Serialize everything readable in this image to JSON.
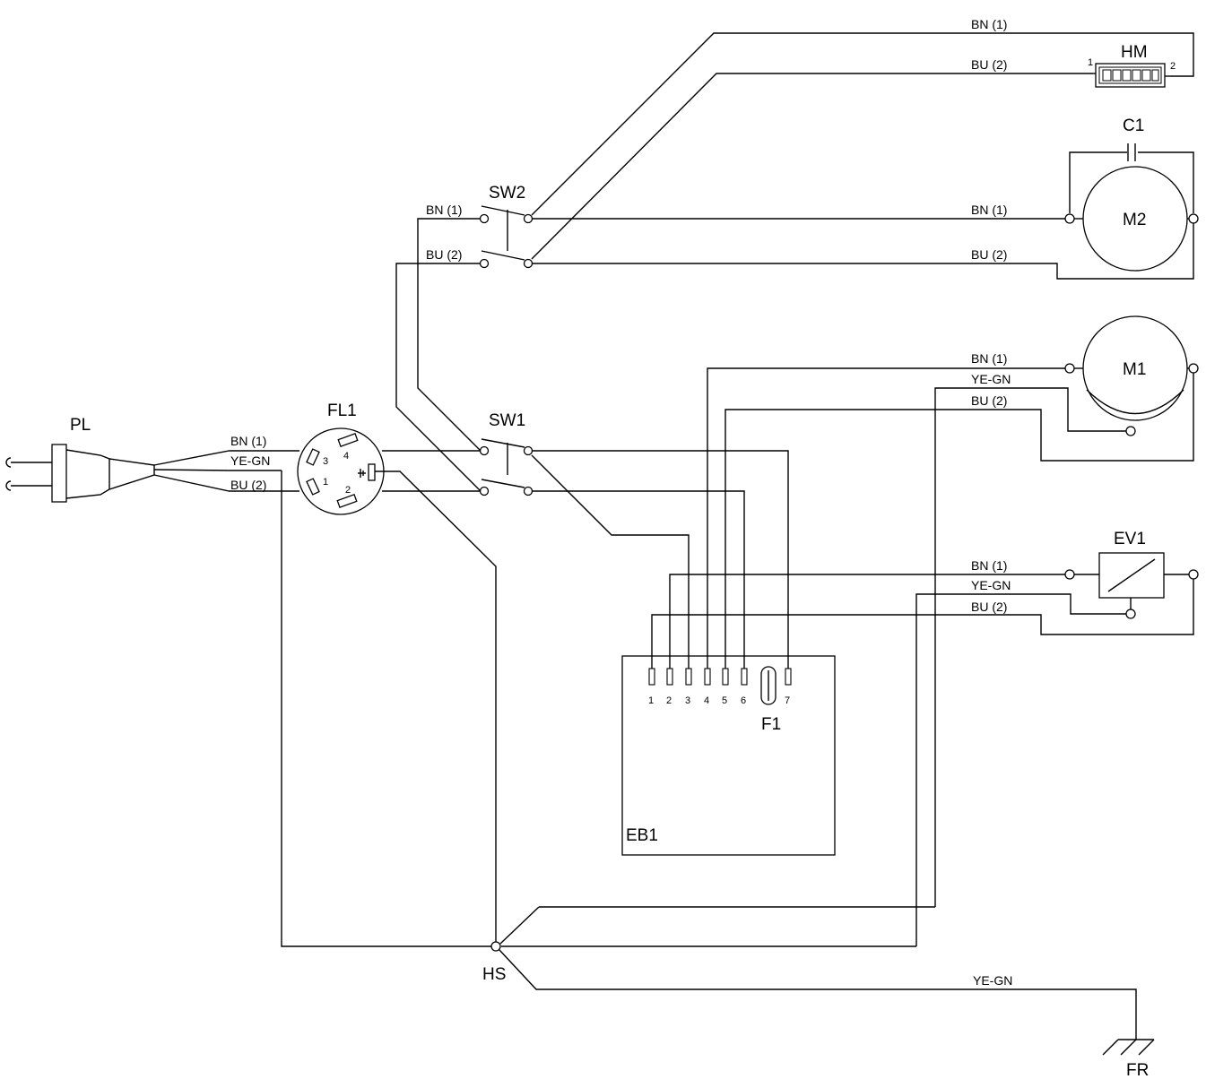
{
  "components": {
    "pl": "PL",
    "fl1": "FL1",
    "sw1": "SW1",
    "sw2": "SW2",
    "hm": "HM",
    "c1": "C1",
    "m1": "M1",
    "m2": "M2",
    "ev1": "EV1",
    "eb1": "EB1",
    "f1": "F1",
    "hs": "HS",
    "fr": "FR"
  },
  "wire_labels": {
    "bn": "BN (1)",
    "bu": "BU (2)",
    "yegn": "YE-GN"
  },
  "pins": {
    "fl1": [
      "1",
      "2",
      "3",
      "4"
    ],
    "hm": [
      "1",
      "2"
    ],
    "eb1": [
      "1",
      "2",
      "3",
      "4",
      "5",
      "6",
      "7"
    ]
  }
}
